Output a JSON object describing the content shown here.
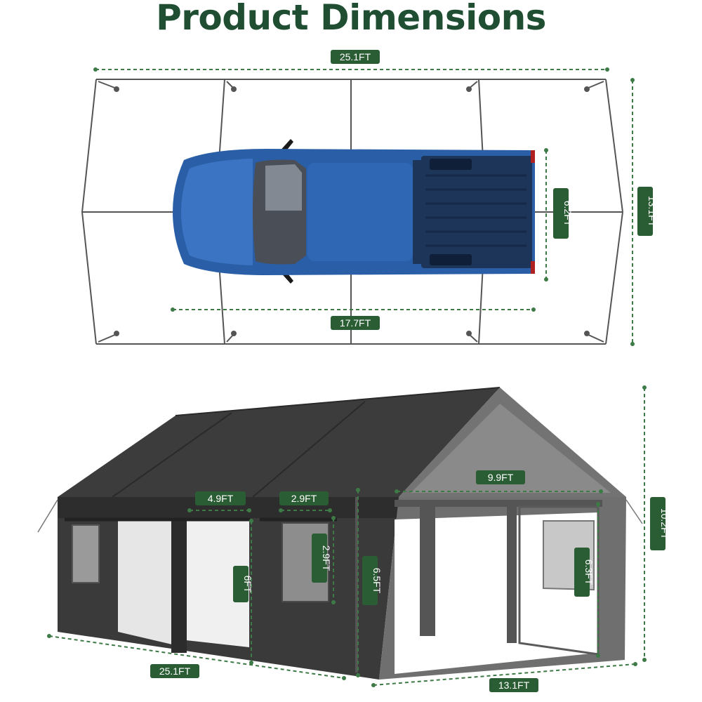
{
  "title": "Product Dimensions",
  "colors": {
    "accent": "#1f4e32",
    "label_bg": "#2b5d34",
    "dashed": "#3d7a46",
    "frame": "#555555",
    "truck_body": "#2a5fa8",
    "truck_dark": "#1c3558",
    "tent_dark": "#3a3a3a",
    "tent_mid": "#5f5f60",
    "tent_light": "#8a8a8b"
  },
  "top_view": {
    "length_label": "25.1FT",
    "width_label": "13.1FT",
    "vehicle_length_label": "17.7FT",
    "vehicle_width_label": "6.2FT"
  },
  "side_view": {
    "side_panel_width_label": "4.9FT",
    "window_width_label": "2.9FT",
    "window_height_label": "2.9FT",
    "door_width_label": "9.9FT",
    "side_height_label": "6FT",
    "wall_height_label": "6.5FT",
    "end_window_height_label": "6.3FT",
    "peak_height_label": "10.2FT",
    "length_label": "25.1FT",
    "width_label": "13.1FT"
  }
}
